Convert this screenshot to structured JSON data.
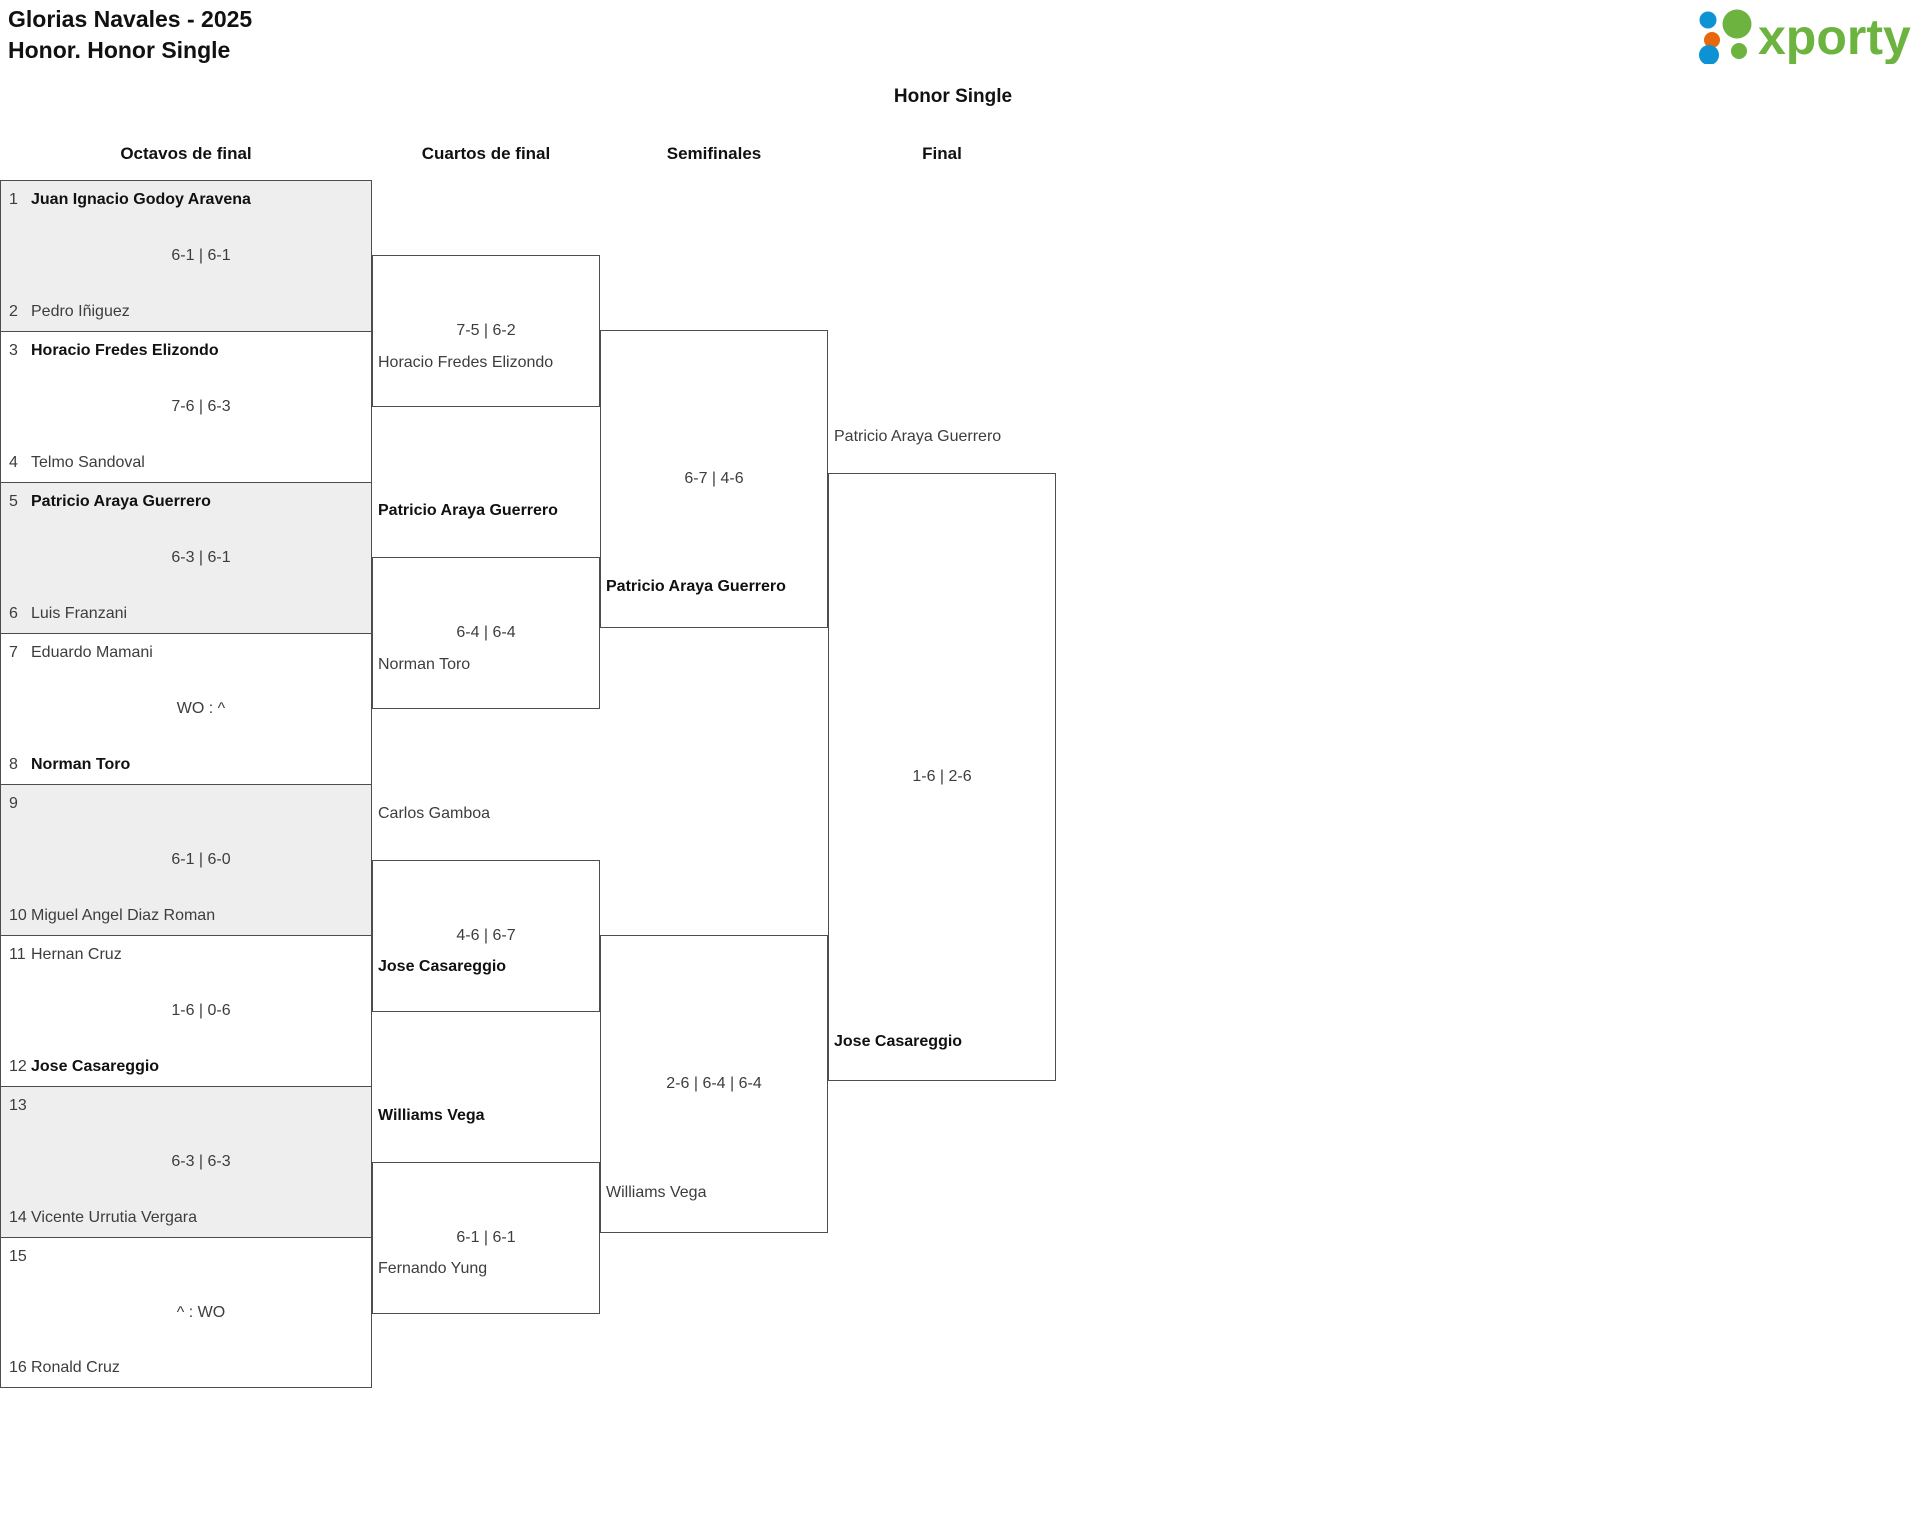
{
  "header": {
    "tournament": "Glorias Navales - 2025",
    "category": "Honor. Honor Single",
    "logo_text": "xporty",
    "logo_colors": {
      "green": "#6cb33f",
      "blue": "#0d93d4",
      "orange": "#e8690b"
    }
  },
  "bracket_title": "Honor Single",
  "rounds": [
    {
      "name": "Octavos de final"
    },
    {
      "name": "Cuartos de final"
    },
    {
      "name": "Semifinales"
    },
    {
      "name": "Final"
    }
  ],
  "round1": {
    "matches": [
      {
        "score": "6-1 | 6-1",
        "top": {
          "seed": "1",
          "name": "Juan Ignacio Godoy Aravena",
          "winner": true
        },
        "bottom": {
          "seed": "2",
          "name": "Pedro Iñiguez",
          "winner": false
        }
      },
      {
        "score": "7-6 | 6-3",
        "top": {
          "seed": "3",
          "name": "Horacio Fredes Elizondo",
          "winner": true
        },
        "bottom": {
          "seed": "4",
          "name": "Telmo Sandoval",
          "winner": false
        }
      },
      {
        "score": "6-3 | 6-1",
        "top": {
          "seed": "5",
          "name": "Patricio Araya Guerrero",
          "winner": true
        },
        "bottom": {
          "seed": "6",
          "name": "Luis Franzani",
          "winner": false
        }
      },
      {
        "score": "WO : ^",
        "top": {
          "seed": "7",
          "name": "Eduardo Mamani",
          "winner": false
        },
        "bottom": {
          "seed": "8",
          "name": "Norman Toro",
          "winner": true
        }
      },
      {
        "score": "6-1 | 6-0",
        "top": {
          "seed": "9",
          "name": "",
          "winner": false
        },
        "bottom": {
          "seed": "10",
          "name": "Miguel Angel Diaz Roman",
          "winner": false
        }
      },
      {
        "score": "1-6 | 0-6",
        "top": {
          "seed": "11",
          "name": "Hernan Cruz",
          "winner": false
        },
        "bottom": {
          "seed": "12",
          "name": "Jose Casareggio",
          "winner": true
        }
      },
      {
        "score": "6-3 | 6-3",
        "top": {
          "seed": "13",
          "name": "",
          "winner": false
        },
        "bottom": {
          "seed": "14",
          "name": "Vicente Urrutia Vergara",
          "winner": false
        }
      },
      {
        "score": "^ : WO",
        "top": {
          "seed": "15",
          "name": "",
          "winner": false
        },
        "bottom": {
          "seed": "16",
          "name": "Ronald Cruz",
          "winner": false
        }
      }
    ]
  },
  "round2": {
    "matches": [
      {
        "score": "7-5 | 6-2",
        "top_label": "Horacio Fredes Elizondo",
        "top_winner": false,
        "bottom_label": "Patricio Araya Guerrero",
        "bottom_winner": true
      },
      {
        "score": "6-4 | 6-4",
        "top_label": "Norman Toro",
        "top_winner": false,
        "bottom_label": "Carlos Gamboa",
        "bottom_winner": false
      },
      {
        "score": "4-6 | 6-7",
        "top_label": "Jose Casareggio",
        "top_winner": true,
        "bottom_label": "Williams Vega",
        "bottom_winner": true
      },
      {
        "score": "6-1 | 6-1",
        "top_label": "Fernando Yung",
        "top_winner": false,
        "bottom_label": "",
        "bottom_winner": false
      }
    ]
  },
  "round3": {
    "matches": [
      {
        "score": "6-7 | 4-6",
        "top_label": "Patricio Araya Guerrero",
        "top_winner": false,
        "bottom_label": "Patricio Araya Guerrero",
        "bottom_winner": true
      },
      {
        "score": "2-6 | 6-4 | 6-4",
        "top_label": "Jose Casareggio",
        "top_winner": true,
        "bottom_label": "Williams Vega",
        "bottom_winner": false
      }
    ]
  },
  "round4": {
    "matches": [
      {
        "score": "1-6 | 2-6",
        "top_label": "Patricio Araya Guerrero",
        "top_winner": false,
        "bottom_label": "Jose Casareggio",
        "bottom_winner": true
      }
    ]
  }
}
